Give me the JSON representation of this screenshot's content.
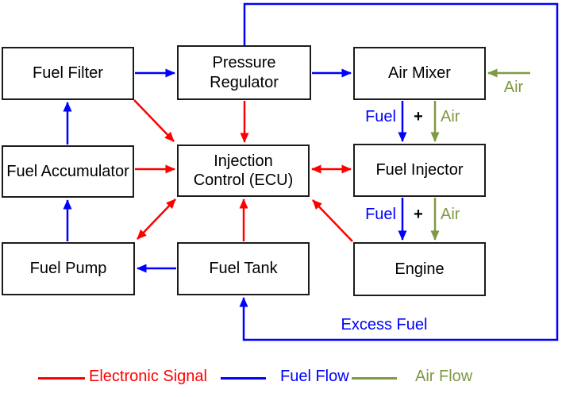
{
  "colors": {
    "signal": "#ff0000",
    "fuel": "#0000ff",
    "air": "#7e9a44"
  },
  "boxes": {
    "fuel_filter": {
      "label": "Fuel Filter"
    },
    "pressure_regulator": {
      "label": [
        "Pressure",
        "Regulator"
      ]
    },
    "air_mixer": {
      "label": "Air Mixer"
    },
    "fuel_accumulator": {
      "label": "Fuel Accumulator"
    },
    "injection_control": {
      "label": [
        "Injection",
        "Control (ECU)"
      ]
    },
    "fuel_injector": {
      "label": "Fuel Injector"
    },
    "fuel_pump": {
      "label": "Fuel Pump"
    },
    "fuel_tank": {
      "label": "Fuel Tank"
    },
    "engine": {
      "label": "Engine"
    }
  },
  "flows": {
    "air_in": "Air",
    "row1": {
      "fuel": "Fuel",
      "plus": "+",
      "air": "Air"
    },
    "row2": {
      "fuel": "Fuel",
      "plus": "+",
      "air": "Air"
    },
    "excess": "Excess Fuel"
  },
  "legend": {
    "items": [
      {
        "label": "Electronic Signal",
        "color": "#ff0000"
      },
      {
        "label": "Fuel Flow",
        "color": "#0000ff"
      },
      {
        "label": "Air Flow",
        "color": "#7e9a44"
      }
    ]
  }
}
